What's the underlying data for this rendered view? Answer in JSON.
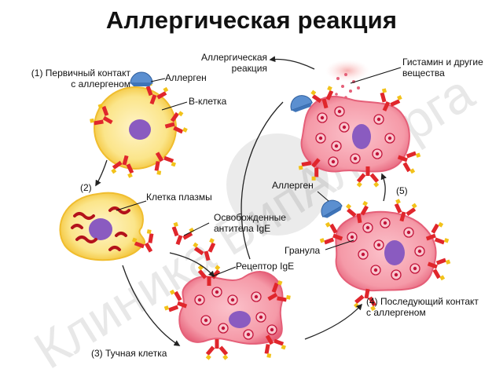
{
  "title": "Аллергическая реакция",
  "labels": {
    "step1_line1": "(1) Первичный контакт",
    "step1_line2": "с аллергеном",
    "allergen_top": "Аллерген",
    "b_cell": "B-клетка",
    "step2": "(2)",
    "plasma_cell": "Клетка плазмы",
    "released_line1": "Освобожденные",
    "released_line2": "антитела IgE",
    "ige_receptor": "Рецептор IgE",
    "step3": "(3) Тучная клетка",
    "allergic_reaction_line1": "Аллергическая",
    "allergic_reaction_line2": "реакция",
    "histamine_line1": "Гистамин и другие",
    "histamine_line2": "вещества",
    "allergen_right": "Аллерген",
    "step5": "(5)",
    "granule": "Гранула",
    "step4_line1": "(4) Последующий контакт",
    "step4_line2": "с аллергеном"
  },
  "watermark": "Клиника ВипАллерга",
  "colors": {
    "b_cell_fill": "#fbe58a",
    "b_cell_edge": "#f3c234",
    "nucleus": "#8a5bc0",
    "mast_fill": "#f59aa8",
    "mast_edge": "#e55f78",
    "antibody_red": "#e0262c",
    "antibody_yellow": "#f2c21a",
    "allergen_blue": "#5b8fd0",
    "mitochondria": "#b3121b"
  }
}
